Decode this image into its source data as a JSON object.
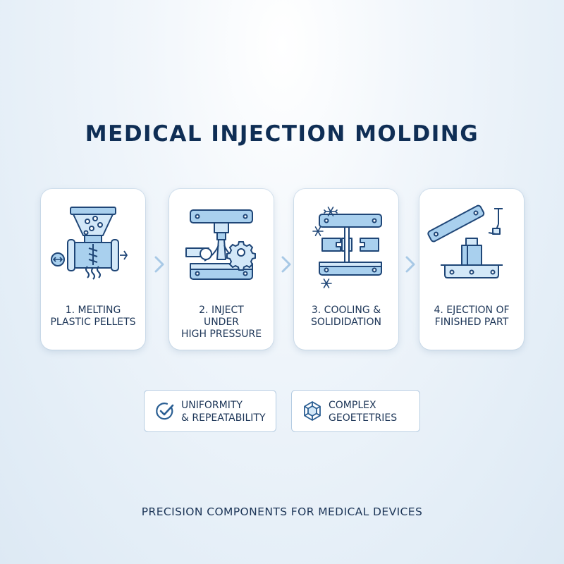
{
  "title": "MEDICAL INJECTION MOLDING",
  "steps": [
    {
      "label": "1. MELTING\nPLASTIC PELLETS",
      "icon": "hopper-heater-icon"
    },
    {
      "label": "2. INJECT\nUNDER\nHIGH PRESSURE",
      "icon": "press-gear-icon"
    },
    {
      "label": "3. COOLING &\nSOLIDIDATION",
      "icon": "mold-snowflake-icon"
    },
    {
      "label": "4. EJECTION OF\nFINISHED PART",
      "icon": "ejector-arm-icon"
    }
  ],
  "features": [
    {
      "label": "UNIFORMITY\n& REPEATABILITY",
      "icon": "checkmark-circle-icon"
    },
    {
      "label": "COMPLEX\nGEOETETRIES",
      "icon": "geometric-shape-icon"
    }
  ],
  "footer": "PRECISION COMPONENTS FOR MEDICAL DEVICES",
  "colors": {
    "title": "#0f2e55",
    "text": "#1c3557",
    "icon_stroke": "#1f4677",
    "icon_fill": "#a9d0ee",
    "icon_fill_light": "#d3e8f8",
    "border": "#b5cce2",
    "chevron": "#a8c9e6"
  }
}
